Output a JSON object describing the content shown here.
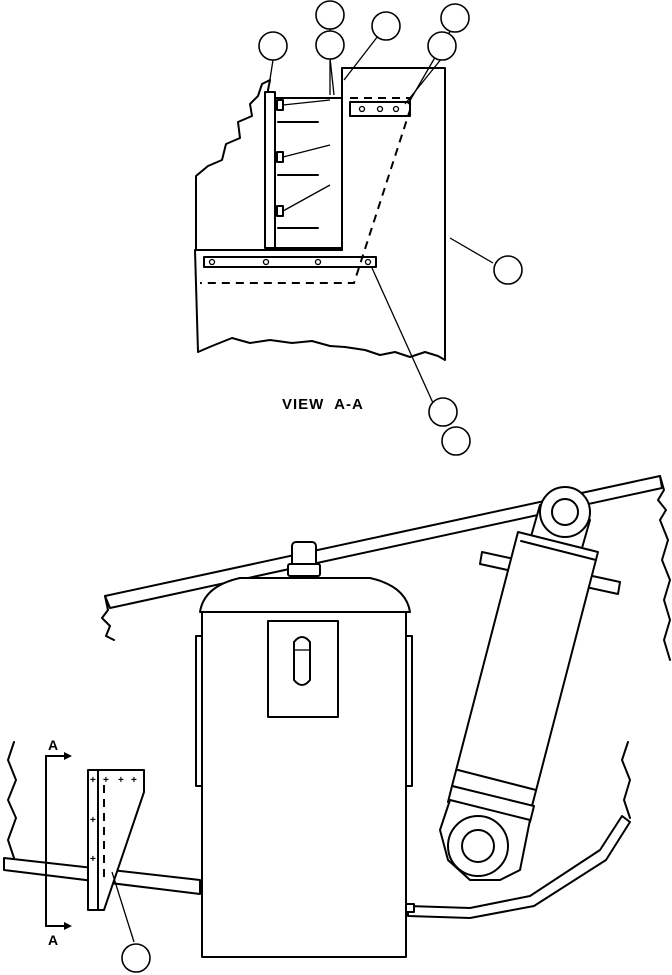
{
  "view_title": "VIEW  A-A",
  "section_marker": {
    "top_letter": "A",
    "bottom_letter": "A"
  },
  "callouts": {
    "view_top_row": [
      "",
      "",
      "",
      ""
    ],
    "view_second_row": [
      "",
      "",
      ""
    ],
    "view_right": "",
    "view_bottom": [
      "",
      ""
    ],
    "main_bottom": ""
  },
  "colors": {
    "line": "#000000",
    "background": "#ffffff"
  }
}
